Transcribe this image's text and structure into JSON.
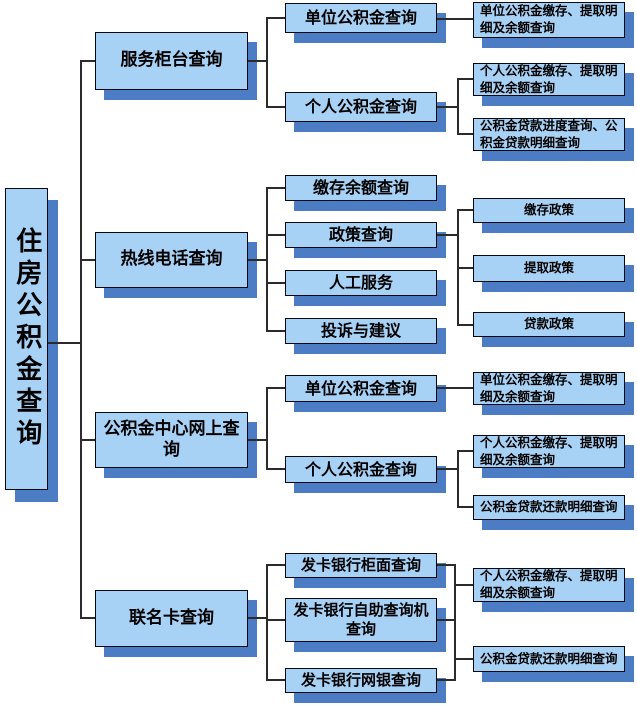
{
  "colors": {
    "box_fill": "#a7d2f5",
    "box_border": "#000914",
    "shadow": "#4c7cc3",
    "line": "#2b2b2b",
    "background": "#ffffff",
    "text": "#000000"
  },
  "diagram": {
    "root": {
      "label": "住房公积金查询"
    },
    "branches": [
      {
        "label": "服务柜台查询",
        "children": [
          {
            "label": "单位公积金查询",
            "leaves": [
              {
                "label": "单位公积金缴存、提取明细及余额查询"
              }
            ]
          },
          {
            "label": "个人公积金查询",
            "leaves": [
              {
                "label": "个人公积金缴存、提取明细及余额查询"
              },
              {
                "label": "公积金贷款进度查询、公积金贷款明细查询"
              }
            ]
          }
        ]
      },
      {
        "label": "热线电话查询",
        "children": [
          {
            "label": "缴存余额查询",
            "leaves": []
          },
          {
            "label": "政策查询",
            "leaves": [
              {
                "label": "缴存政策"
              },
              {
                "label": "提取政策"
              },
              {
                "label": "贷款政策"
              }
            ]
          },
          {
            "label": "人工服务",
            "leaves": []
          },
          {
            "label": "投诉与建议",
            "leaves": []
          }
        ]
      },
      {
        "label": "公积金中心网上查询",
        "children": [
          {
            "label": "单位公积金查询",
            "leaves": [
              {
                "label": "单位公积金缴存、提取明细及余额查询"
              }
            ]
          },
          {
            "label": "个人公积金查询",
            "leaves": [
              {
                "label": "个人公积金缴存、提取明细及余额查询"
              },
              {
                "label": "公积金贷款还款明细查询"
              }
            ]
          }
        ]
      },
      {
        "label": "联名卡查询",
        "children": [
          {
            "label": "发卡银行柜面查询"
          },
          {
            "label": "发卡银行自助查询机查询"
          },
          {
            "label": "发卡银行网银查询"
          }
        ],
        "shared_leaves": [
          {
            "label": "个人公积金缴存、提取明细及余额查询"
          },
          {
            "label": "公积金贷款还款明细查询"
          }
        ]
      }
    ]
  }
}
